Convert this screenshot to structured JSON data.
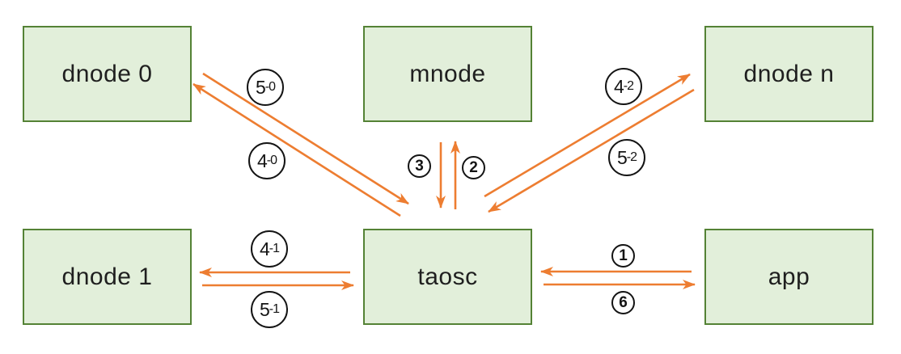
{
  "colors": {
    "box_fill": "#e2efda",
    "box_border": "#548235",
    "arrow": "#ed7d31",
    "label_ink": "#141414"
  },
  "nodes": [
    {
      "id": "dnode-0",
      "label": "dnode 0"
    },
    {
      "id": "mnode",
      "label": "mnode"
    },
    {
      "id": "dnode-n",
      "label": "dnode n"
    },
    {
      "id": "dnode-1",
      "label": "dnode 1"
    },
    {
      "id": "taosc",
      "label": "taosc"
    },
    {
      "id": "app",
      "label": "app"
    }
  ],
  "edges": [
    {
      "id": "5-0",
      "label": "5-0",
      "label_main": "5",
      "label_sub": "-0",
      "from": "dnode 0",
      "to": "taosc"
    },
    {
      "id": "4-0",
      "label": "4-0",
      "label_main": "4",
      "label_sub": "-0",
      "from": "taosc",
      "to": "dnode 0"
    },
    {
      "id": "3",
      "label": "3",
      "label_main": "3",
      "label_sub": "",
      "from": "mnode",
      "to": "taosc"
    },
    {
      "id": "2",
      "label": "2",
      "label_main": "2",
      "label_sub": "",
      "from": "taosc",
      "to": "mnode"
    },
    {
      "id": "4-2",
      "label": "4-2",
      "label_main": "4",
      "label_sub": "-2",
      "from": "taosc",
      "to": "dnode n"
    },
    {
      "id": "5-2",
      "label": "5-2",
      "label_main": "5",
      "label_sub": "-2",
      "from": "dnode n",
      "to": "taosc"
    },
    {
      "id": "4-1",
      "label": "4-1",
      "label_main": "4",
      "label_sub": "-1",
      "from": "taosc",
      "to": "dnode 1"
    },
    {
      "id": "5-1",
      "label": "5-1",
      "label_main": "5",
      "label_sub": "-1",
      "from": "dnode 1",
      "to": "taosc"
    },
    {
      "id": "1",
      "label": "1",
      "label_main": "1",
      "label_sub": "",
      "from": "app",
      "to": "taosc"
    },
    {
      "id": "6",
      "label": "6",
      "label_main": "6",
      "label_sub": "",
      "from": "taosc",
      "to": "app"
    }
  ]
}
